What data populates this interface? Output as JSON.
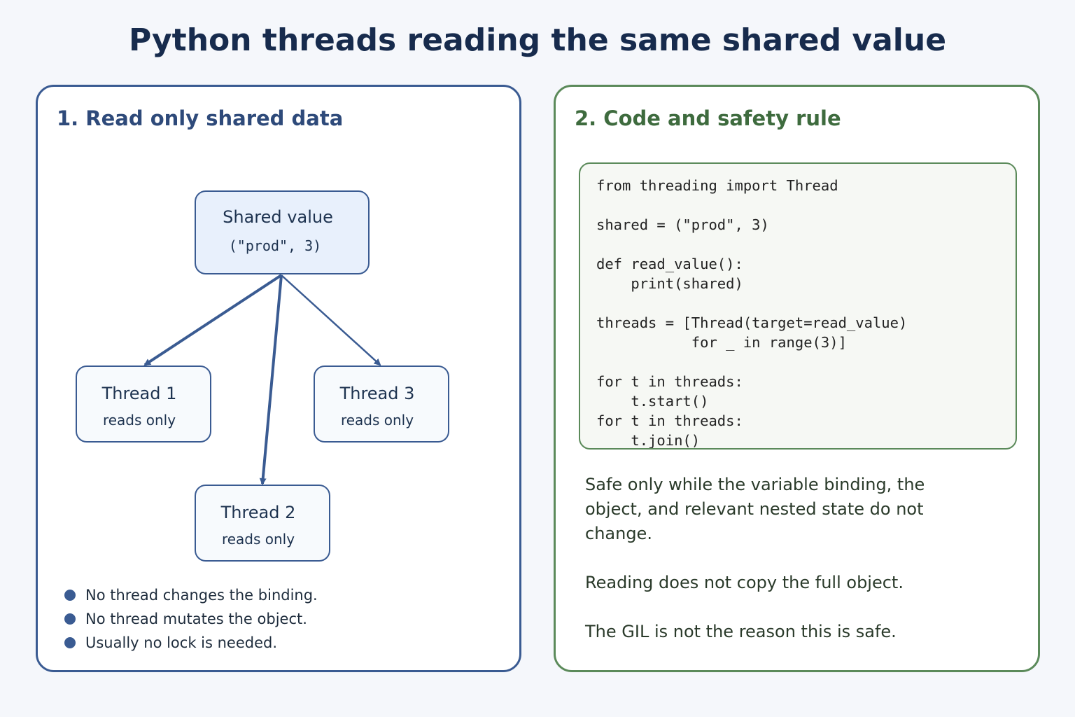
{
  "title": "Python threads reading the same shared value",
  "left_panel": {
    "heading": "1. Read only shared data",
    "shared_node": {
      "title": "Shared value",
      "value": "(\"prod\", 3)"
    },
    "threads": [
      {
        "title": "Thread 1",
        "subtitle": "reads only"
      },
      {
        "title": "Thread 2",
        "subtitle": "reads only"
      },
      {
        "title": "Thread 3",
        "subtitle": "reads only"
      }
    ],
    "bullets": [
      "No thread changes the binding.",
      "No thread mutates the object.",
      "Usually no lock is needed."
    ]
  },
  "right_panel": {
    "heading": "2. Code and safety rule",
    "code": "from threading import Thread\n\nshared = (\"prod\", 3)\n\ndef read_value():\n    print(shared)\n\nthreads = [Thread(target=read_value)\n           for _ in range(3)]\n\nfor t in threads:\n    t.start()\nfor t in threads:\n    t.join()",
    "notes": [
      "Safe only while the variable binding, the object, and relevant nested state do not change.",
      "Reading does not copy the full object.",
      "The GIL is not the reason this is safe."
    ]
  },
  "colors": {
    "left_accent": "#3a5b92",
    "right_accent": "#5b8a5a",
    "title": "#172b4d"
  }
}
